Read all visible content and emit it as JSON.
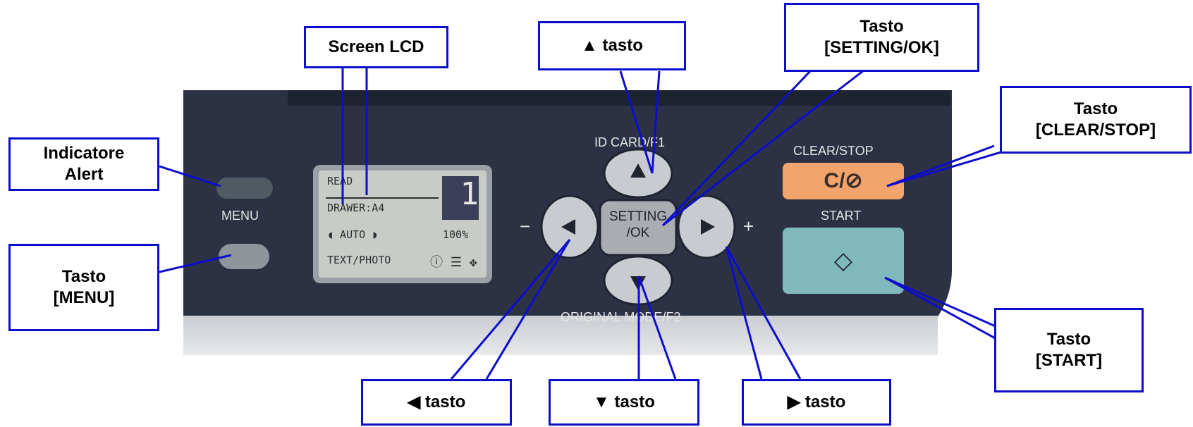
{
  "callouts": {
    "screen_lcd": "Screen LCD",
    "up_key": "▲ tasto",
    "setting_ok": [
      "Tasto",
      "[SETTING/OK]"
    ],
    "clear_stop": [
      "Tasto",
      "[CLEAR/STOP]"
    ],
    "alert": [
      "Indicatore",
      "Alert"
    ],
    "menu": [
      "Tasto",
      "[MENU]"
    ],
    "start": [
      "Tasto",
      "[START]"
    ],
    "left_key": "◀ tasto",
    "down_key": "▼ tasto",
    "right_key": "▶ tasto"
  },
  "panel": {
    "menu_label": "MENU",
    "id_card_label": "ID CARD/F1",
    "original_mode_label": "ORIGINAL MODE/F2",
    "setting_ok_label": [
      "SETTING",
      "/OK"
    ],
    "clear_stop_label": "CLEAR/STOP",
    "clear_symbol": "C/⊘",
    "start_label": "START",
    "start_symbol": "◇",
    "minus_label": "−",
    "plus_label": "+"
  },
  "lcd": {
    "line1": "READ",
    "line2": "DRAWER:A4",
    "line3_left": "◖ AUTO ◗",
    "line3_right": "100%",
    "line4": "TEXT/PHOTO",
    "icons": "ⓘ ☰ ✥",
    "copies": "1"
  },
  "colors": {
    "callout_border": "#0d0dcc",
    "panel": "#2c3244",
    "clear_button": "#f2a46c",
    "start_button": "#7fb8bd"
  }
}
